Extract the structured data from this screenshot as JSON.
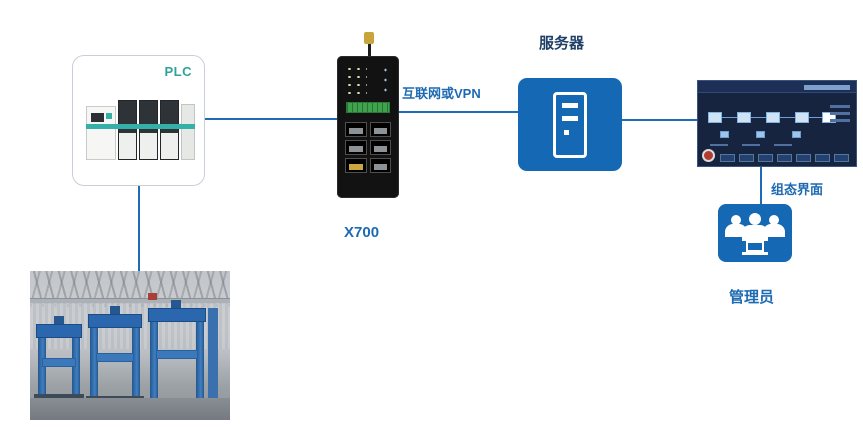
{
  "nodes": {
    "plc": {
      "label": "PLC"
    },
    "router": {
      "label": "X700"
    },
    "server": {
      "label": "服务器"
    },
    "scada": {
      "label": "组态界面"
    },
    "admin": {
      "label": "管理员"
    }
  },
  "links": {
    "router_server": {
      "label": "互联网或VPN"
    }
  },
  "colors": {
    "line_blue": "#1e6cb5",
    "label_blue": "#1d6ab3",
    "label_dark_navy": "#1f4068",
    "plc_teal": "#2fa39b",
    "server_fill": "#1568b3",
    "router_body": "#121212",
    "antenna_gold": "#c8a53c",
    "scada_screen_bg": "#17243f",
    "machine_blue": "#2a67ae"
  }
}
